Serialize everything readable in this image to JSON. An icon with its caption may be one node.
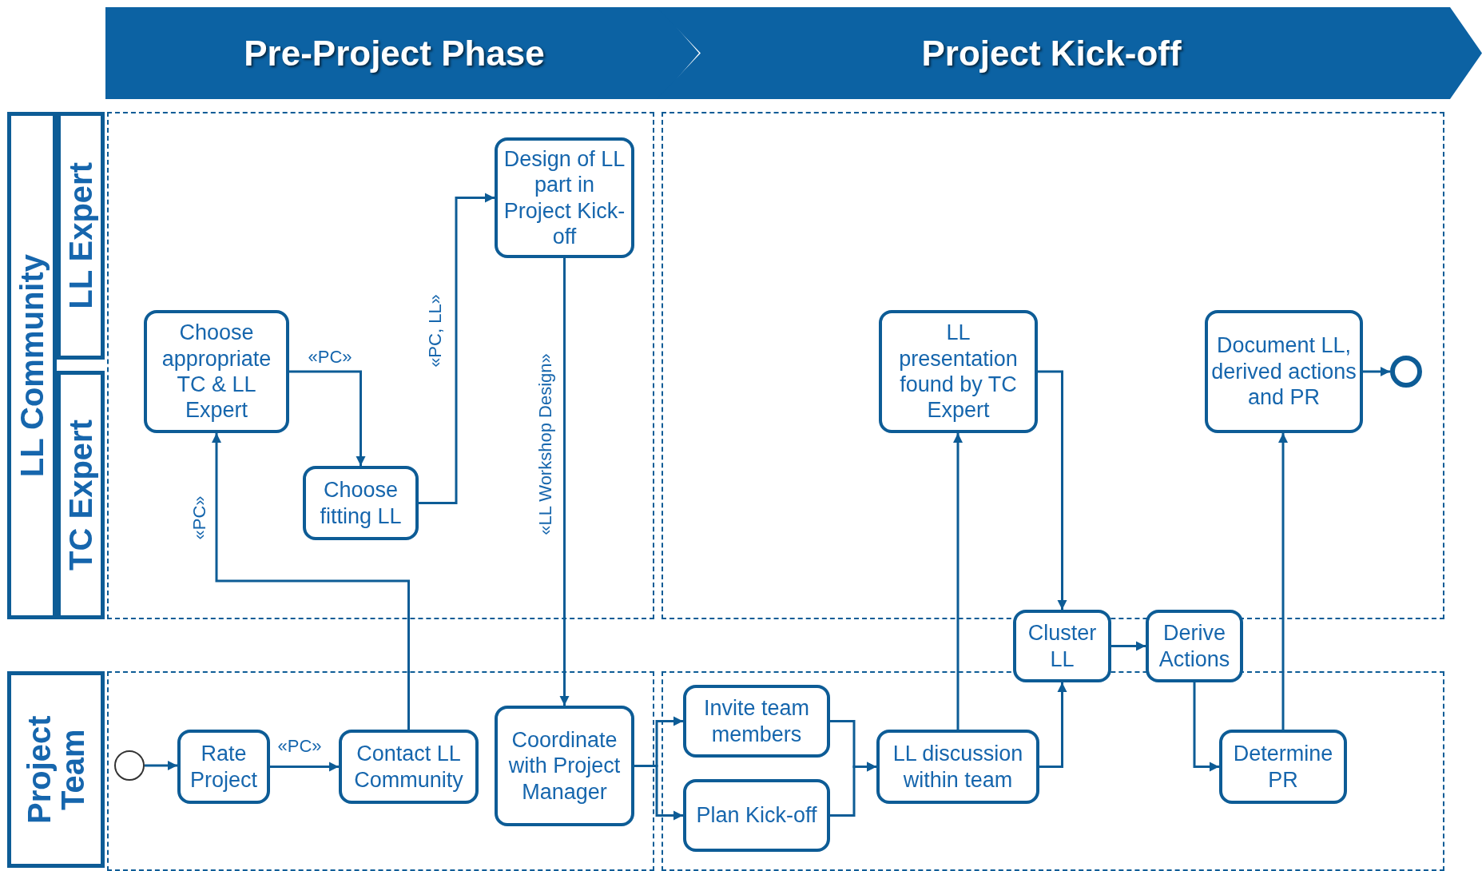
{
  "diagram": {
    "nodes": [
      {
        "text": [
          "Pre-Project Phase"
        ]
      },
      {
        "text": [
          "Project Kick-off"
        ]
      },
      {
        "text": [
          "LL Community"
        ]
      },
      {
        "text": [
          "LL Expert"
        ]
      },
      {
        "text": [
          "TC Expert"
        ]
      },
      {
        "text": [
          "Project Team"
        ]
      },
      {
        "text": [
          "Choose appropriate TC & LL Expert"
        ]
      },
      {
        "text": [
          "Design of LL part in Project Kick-off"
        ]
      },
      {
        "text": [
          "Choose fitting LL"
        ]
      },
      {
        "text": [
          "LL presentation found by TC Expert"
        ]
      },
      {
        "text": [
          "Document LL, derived actions and PR"
        ]
      },
      {
        "text": [],
        "shape": "circle"
      },
      {
        "text": [
          "Cluster LL"
        ]
      },
      {
        "text": [
          "Derive Actions"
        ]
      },
      {
        "text": [],
        "shape": "circle"
      },
      {
        "text": [
          "Rate Project"
        ]
      },
      {
        "text": [
          "Contact LL Community"
        ]
      },
      {
        "text": [
          "Coordinate with Project Manager"
        ]
      },
      {
        "text": [
          "Invite team members"
        ]
      },
      {
        "text": [
          "Plan Kick-off"
        ]
      },
      {
        "text": [
          "LL discussion within team"
        ]
      },
      {
        "text": [
          "Determine PR"
        ]
      }
    ],
    "edges": [
      {
        "from": 14,
        "to": 15,
        "arrow": "to"
      },
      {
        "from": 15,
        "to": 16,
        "arrow": "to",
        "label": "«PC»"
      },
      {
        "from": 16,
        "to": 6,
        "arrow": "to",
        "label": "«PC»"
      },
      {
        "from": 6,
        "to": 8,
        "arrow": "to",
        "label": "«PC»"
      },
      {
        "from": 8,
        "to": 7,
        "arrow": "to",
        "label": "«PC, LL»"
      },
      {
        "from": 7,
        "to": 17,
        "arrow": "to",
        "label": "«LL Workshop Design»"
      },
      {
        "from": 17,
        "to": 18,
        "arrow": "to"
      },
      {
        "from": 17,
        "to": 19,
        "arrow": "to"
      },
      {
        "from": 18,
        "to": 20,
        "arrow": "to"
      },
      {
        "from": 19,
        "to": 20,
        "arrow": "to"
      },
      {
        "from": 20,
        "to": 9,
        "arrow": "to"
      },
      {
        "from": 20,
        "to": 12,
        "arrow": "to"
      },
      {
        "from": 9,
        "to": 12,
        "arrow": "to"
      },
      {
        "from": 12,
        "to": 13,
        "arrow": "to"
      },
      {
        "from": 13,
        "to": 21,
        "arrow": "to"
      },
      {
        "from": 21,
        "to": 10,
        "arrow": "to"
      },
      {
        "from": 10,
        "to": 11,
        "arrow": "to"
      }
    ]
  }
}
